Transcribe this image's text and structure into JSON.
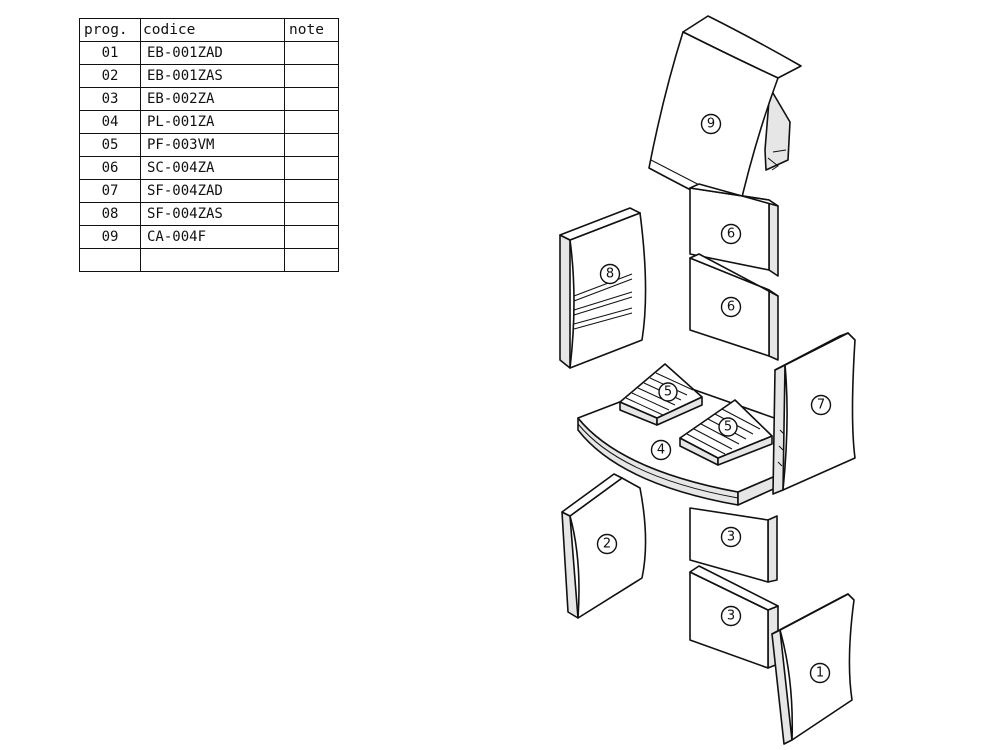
{
  "table": {
    "headers": {
      "prog": "prog.",
      "code": "codice",
      "note": "note"
    },
    "rows": [
      {
        "prog": "01",
        "code": "EB-001ZAD",
        "note": ""
      },
      {
        "prog": "02",
        "code": "EB-001ZAS",
        "note": ""
      },
      {
        "prog": "03",
        "code": "EB-002ZA",
        "note": ""
      },
      {
        "prog": "04",
        "code": "PL-001ZA",
        "note": ""
      },
      {
        "prog": "05",
        "code": "PF-003VM",
        "note": ""
      },
      {
        "prog": "06",
        "code": "SC-004ZA",
        "note": ""
      },
      {
        "prog": "07",
        "code": "SF-004ZAD",
        "note": ""
      },
      {
        "prog": "08",
        "code": "SF-004ZAS",
        "note": ""
      },
      {
        "prog": "09",
        "code": "CA-004F",
        "note": ""
      },
      {
        "prog": "",
        "code": "",
        "note": ""
      }
    ]
  },
  "diagram": {
    "labels": {
      "p1": "1",
      "p2": "2",
      "p3a": "3",
      "p3b": "3",
      "p4": "4",
      "p5a": "5",
      "p5b": "5",
      "p6a": "6",
      "p6b": "6",
      "p7": "7",
      "p8": "8",
      "p9": "9"
    }
  }
}
